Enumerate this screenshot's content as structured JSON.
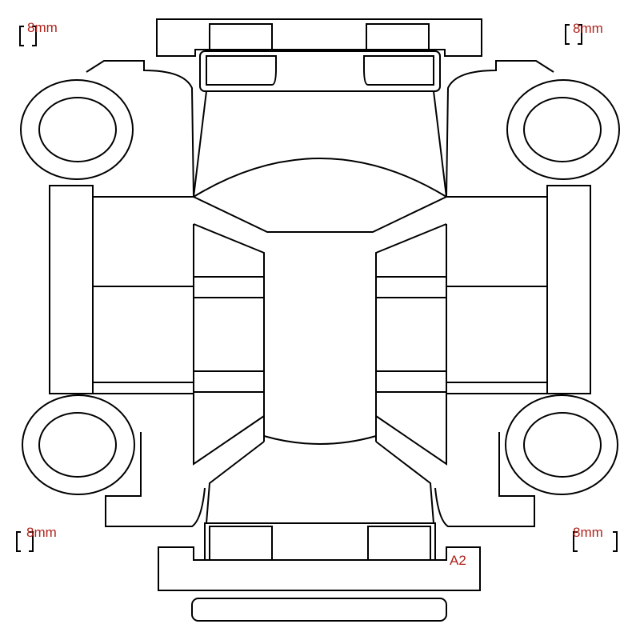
{
  "diagram": {
    "title": "",
    "panels": [
      "front-bumper",
      "hood",
      "windshield",
      "roof",
      "rear-window",
      "trunk",
      "rear-bumper",
      "left-front-door",
      "left-rear-door",
      "right-front-door",
      "right-rear-door",
      "left-front-fender",
      "right-front-fender",
      "left-rear-quarter",
      "right-rear-quarter",
      "left-front-wheel",
      "right-front-wheel",
      "left-rear-wheel",
      "right-rear-wheel"
    ]
  },
  "markers": {
    "top_left": "8mm",
    "top_right": "8mm",
    "bottom_left": "8mm",
    "bottom_right": "8mm",
    "rear_code": "A2"
  },
  "colors": {
    "marker_text": "#b0231c",
    "outline": "#000000"
  }
}
